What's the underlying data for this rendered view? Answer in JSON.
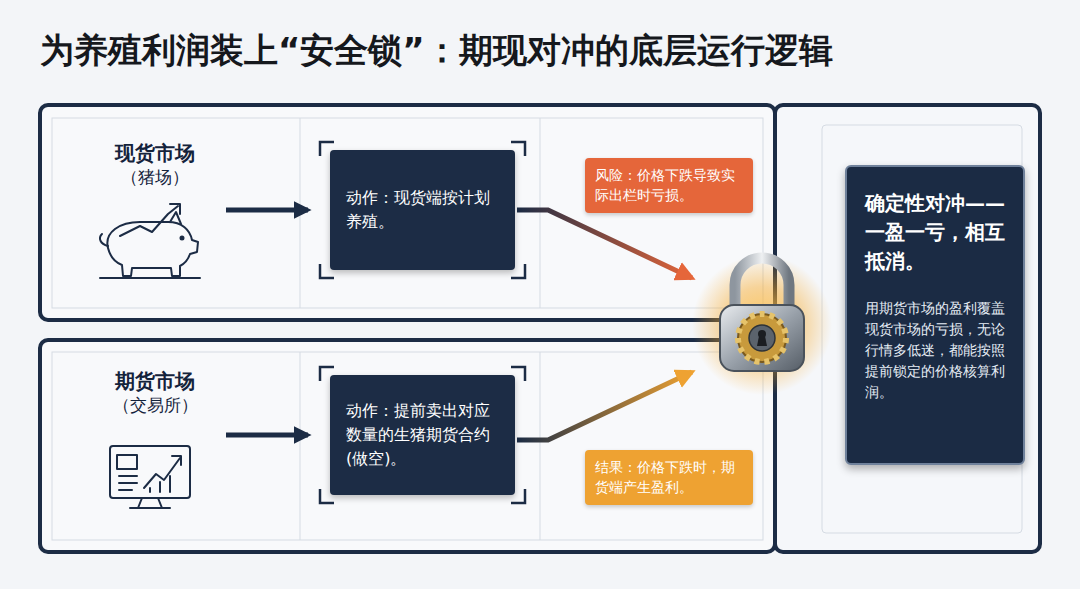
{
  "diagram": {
    "title": "为养殖利润装上“安全锁”：期现对冲的底层运行逻辑",
    "nodes": [
      {
        "text": [
          "现货市场",
          "（猪场）"
        ]
      },
      {
        "text": [
          "动作：现货端按计划养殖。"
        ]
      },
      {
        "text": [
          "风险：价格下跌导致实际出栏时亏损。"
        ]
      },
      {
        "text": [
          "期货市场",
          "（交易所）"
        ]
      },
      {
        "text": [
          "动作：提前卖出对应数量的生猪期货合约(做空)。"
        ]
      },
      {
        "text": [
          "结果：价格下跌时，期货端产生盈利。"
        ]
      },
      {
        "text": [
          "确定性对冲——一盈一亏，相互抵消。",
          "用期货市场的盈利覆盖现货市场的亏损，无论行情多低迷，都能按照提前锁定的价格核算利润。"
        ]
      }
    ],
    "edges": [
      {
        "from": 0,
        "to": 1,
        "arrow": "to"
      },
      {
        "from": 3,
        "to": 4,
        "arrow": "to"
      }
    ]
  }
}
